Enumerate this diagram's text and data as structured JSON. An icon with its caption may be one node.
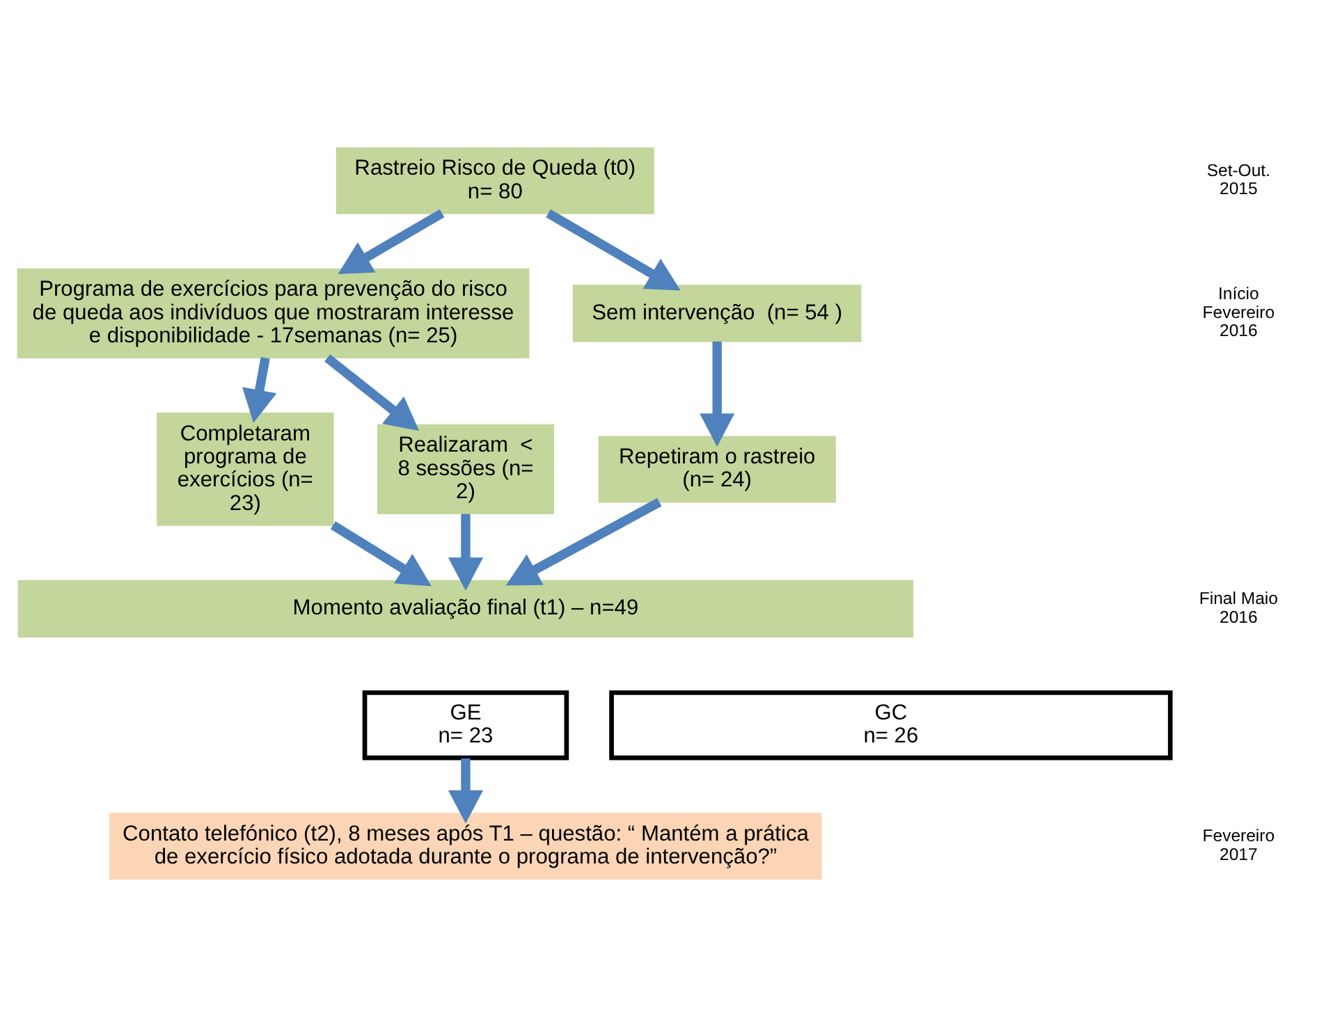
{
  "diagram": {
    "nodes": [
      {
        "text": [
          "Rastreio Risco de Queda (t0)",
          "n= 80"
        ]
      },
      {
        "text": [
          "Programa de exercícios para prevenção do risco de queda aos indivíduos que mostraram interesse e disponibilidade - 17semanas (n= 25)"
        ]
      },
      {
        "text": [
          "Sem intervenção  (n= 54 )"
        ]
      },
      {
        "text": [
          "Completaram programa de exercícios (n= 23)"
        ]
      },
      {
        "text": [
          "Realizaram  < 8 sessões (n= 2)"
        ]
      },
      {
        "text": [
          "Repetiram o rastreio (n= 24)"
        ]
      },
      {
        "text": [
          "Momento avaliação final (t1) – n=49"
        ]
      },
      {
        "text": [
          "GE",
          "n= 23"
        ]
      },
      {
        "text": [
          "GC",
          "n= 26"
        ]
      },
      {
        "text": [
          "Contato telefónico (t2), 8 meses após T1 – questão: “ Mantém a prática de exercício físico adotada durante o programa de intervenção?”"
        ]
      }
    ],
    "edges": [
      {
        "from": 0,
        "to": 1,
        "arrow": "to"
      },
      {
        "from": 0,
        "to": 2,
        "arrow": "to"
      },
      {
        "from": 1,
        "to": 3,
        "arrow": "to"
      },
      {
        "from": 1,
        "to": 4,
        "arrow": "to"
      },
      {
        "from": 2,
        "to": 5,
        "arrow": "to"
      },
      {
        "from": 3,
        "to": 6,
        "arrow": "to"
      },
      {
        "from": 4,
        "to": 6,
        "arrow": "to"
      },
      {
        "from": 5,
        "to": 6,
        "arrow": "to"
      },
      {
        "from": 7,
        "to": 9,
        "arrow": "to"
      }
    ],
    "labels": [
      "Set-Out. 2015",
      "Início Fevereiro 2016",
      "Final Maio 2016",
      "Fevereiro 2017"
    ]
  }
}
